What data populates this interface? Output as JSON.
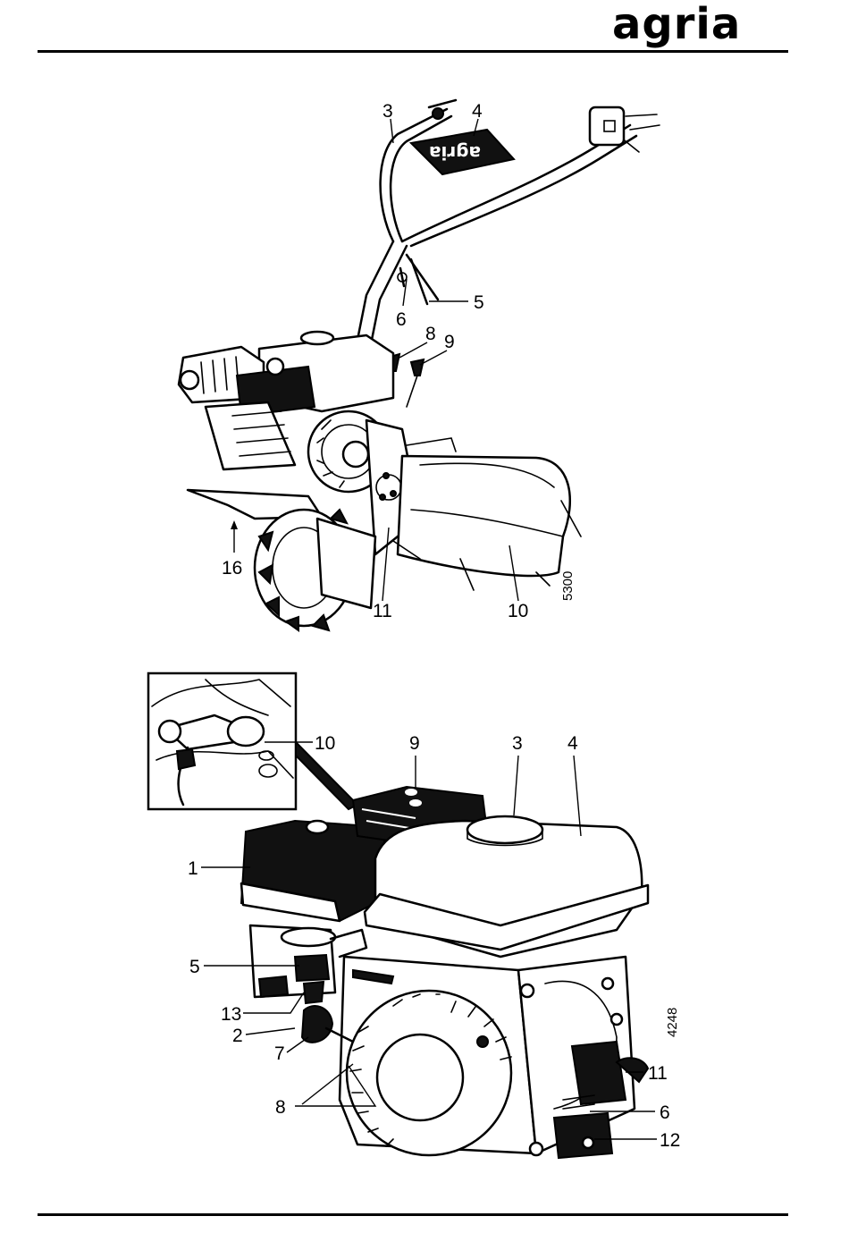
{
  "header": {
    "brand": "agria"
  },
  "figure_top": {
    "plate_text": "agria",
    "figure_number": "5300",
    "callouts": [
      "3",
      "4",
      "5",
      "6",
      "8",
      "9",
      "16",
      "11",
      "10"
    ]
  },
  "figure_bottom": {
    "figure_number": "4248",
    "callouts": [
      "10",
      "9",
      "3",
      "4",
      "1",
      "5",
      "13",
      "2",
      "7",
      "8",
      "11",
      "6",
      "12"
    ]
  }
}
